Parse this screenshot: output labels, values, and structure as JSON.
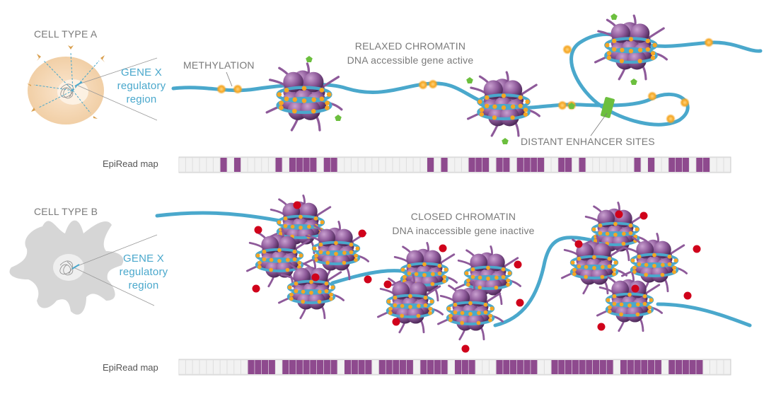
{
  "panel_a": {
    "cell_label": "CELL TYPE A",
    "gene_line1": "GENE X",
    "gene_line2": "regulatory",
    "gene_line3": "region",
    "methylation_label": "METHYLATION",
    "chromatin_title": "RELAXED CHROMATIN",
    "chromatin_sub": "DNA accessible gene active",
    "enhancer_label": "DISTANT ENHANCER SITES",
    "map_label": "EpiRead map",
    "map_cells": 80,
    "map_filled": [
      6,
      8,
      14,
      16,
      17,
      18,
      19,
      21,
      22,
      36,
      38,
      42,
      43,
      44,
      46,
      47,
      49,
      50,
      51,
      52,
      55,
      56,
      58,
      66,
      68,
      71,
      72,
      73,
      75,
      76
    ]
  },
  "panel_b": {
    "cell_label": "CELL TYPE B",
    "gene_line1": "GENE X",
    "gene_line2": "regulatory",
    "gene_line3": "region",
    "chromatin_title": "CLOSED CHROMATIN",
    "chromatin_sub": "DNA inaccessible gene inactive",
    "map_label": "EpiRead map",
    "map_cells": 80,
    "map_filled": [
      10,
      11,
      12,
      13,
      15,
      16,
      17,
      18,
      19,
      20,
      21,
      22,
      24,
      25,
      26,
      27,
      29,
      30,
      31,
      32,
      33,
      35,
      36,
      37,
      38,
      40,
      41,
      42,
      46,
      47,
      48,
      49,
      50,
      51,
      54,
      55,
      56,
      57,
      58,
      59,
      60,
      61,
      62,
      64,
      65,
      66,
      67,
      68,
      69,
      71,
      72,
      73,
      74,
      75
    ]
  },
  "colors": {
    "dna": "#4aa8cc",
    "histone": "#8e5a9a",
    "methyl": "#f5a623",
    "enhancer": "#6cbf3e",
    "red_mark": "#d0021b",
    "map_fill": "#8e4a8e",
    "map_empty": "#f2f2f2",
    "cell_a": "#f5d9b8",
    "cell_b": "#d9d9d9"
  }
}
